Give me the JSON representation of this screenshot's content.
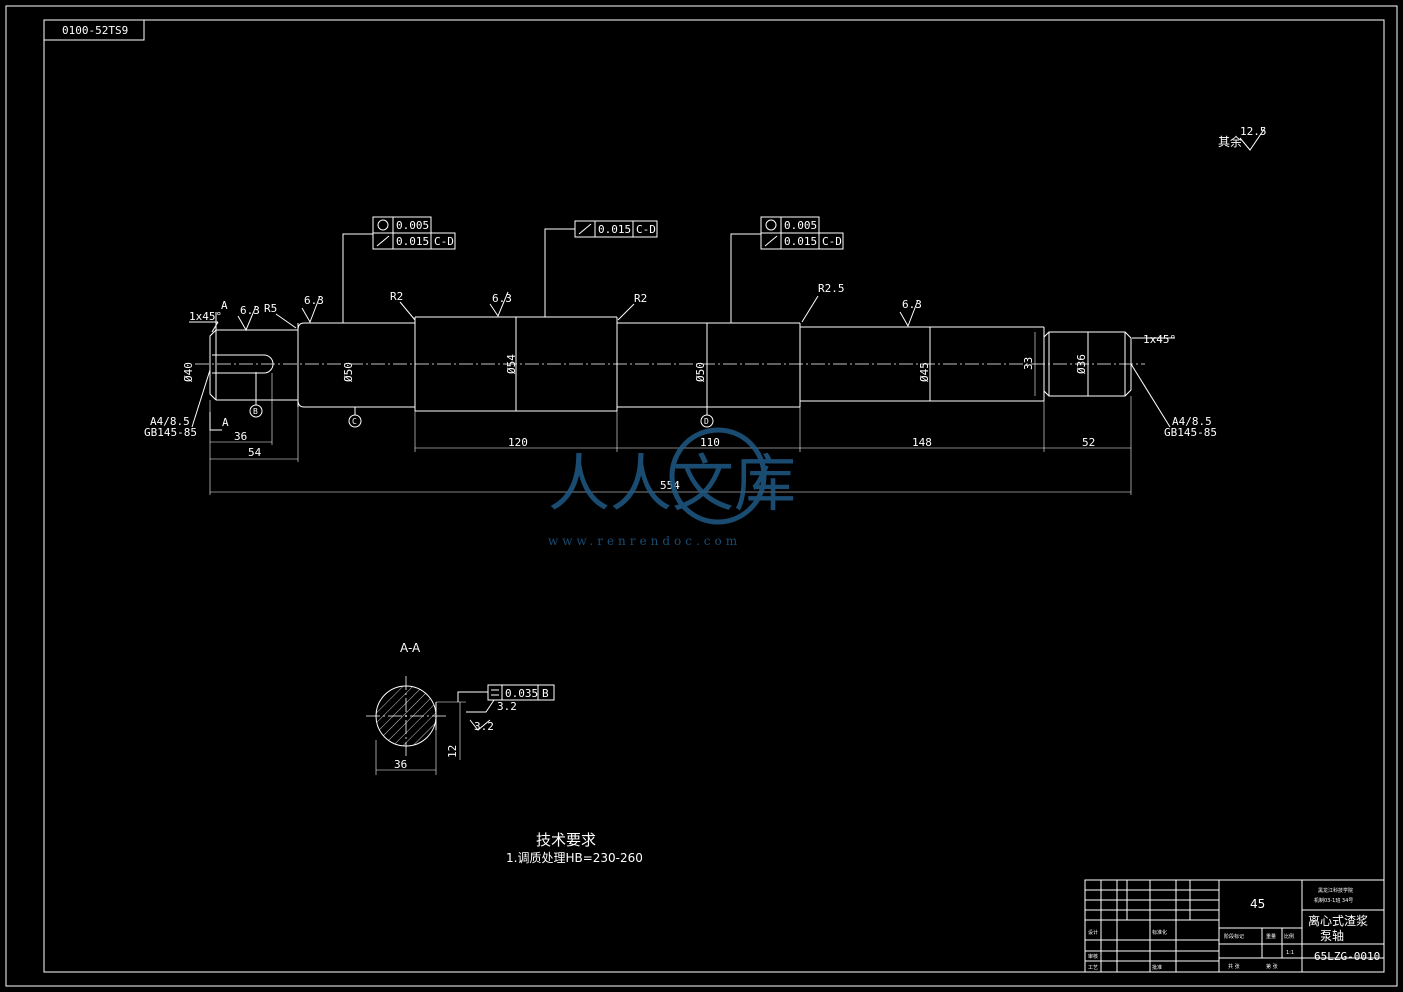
{
  "drawing_number_stamp": "0100-52TS9",
  "roughness_note": {
    "label": "其余",
    "value": "12.5"
  },
  "tolerance_frames": [
    {
      "rows": [
        {
          "symbol": "circularity",
          "value": "0.005",
          "ref": ""
        },
        {
          "symbol": "runout",
          "value": "0.015",
          "ref": "C-D"
        }
      ]
    },
    {
      "rows": [
        {
          "symbol": "runout",
          "value": "0.015",
          "ref": "C-D"
        }
      ]
    },
    {
      "rows": [
        {
          "symbol": "circularity",
          "value": "0.005",
          "ref": ""
        },
        {
          "symbol": "runout",
          "value": "0.015",
          "ref": "C-D"
        }
      ]
    }
  ],
  "roughness_marks": [
    "6.3",
    "6.3",
    "6.3",
    "6.3"
  ],
  "radii": [
    "R5",
    "R2",
    "R2",
    "R2.5"
  ],
  "chamfers": [
    "1x45°",
    "1x45°"
  ],
  "section_marks": {
    "a_top": "A",
    "a_bottom": "A",
    "datum_b": "B",
    "datum_c": "C",
    "datum_d": "D"
  },
  "center_holes": {
    "left_line1": "A4/8.5",
    "left_line2": "GB145-85",
    "right_line1": "A4/8.5",
    "right_line2": "GB145-85"
  },
  "diameters": [
    "Ø40",
    "Ø50",
    "Ø54",
    "Ø50",
    "Ø45",
    "33",
    "Ø36"
  ],
  "lengths": {
    "d36": "36",
    "d54": "54",
    "d120": "120",
    "d110": "110",
    "d148": "148",
    "d52": "52",
    "total": "554"
  },
  "section_view": {
    "title": "A-A",
    "flatness_value": "0.035",
    "flatness_ref": "B",
    "rough1": "3.2",
    "rough2": "3.2",
    "width": "36",
    "depth": "12"
  },
  "tech_requirements": {
    "heading": "技术要求",
    "item1": "1.调质处理HB=230-260"
  },
  "title_block": {
    "material": "45",
    "school_line1": "黑龙江科技学院",
    "school_line2": "机制03-1班 34号",
    "title_line1": "离心式渣浆",
    "title_line2": "泵轴",
    "scale": "1:1",
    "drawing_no": "65LZG-0010",
    "label_stage": "阶段标记",
    "label_weight": "重量",
    "label_scale": "比例",
    "label_total": "共   张",
    "label_sheet": "第   张",
    "label_design": "设计",
    "label_check": "审核",
    "label_process": "工艺",
    "label_approve": "批准",
    "label_standard": "标准化"
  },
  "watermark": {
    "brand": "人人文库",
    "url": "www.renrendoc.com"
  }
}
